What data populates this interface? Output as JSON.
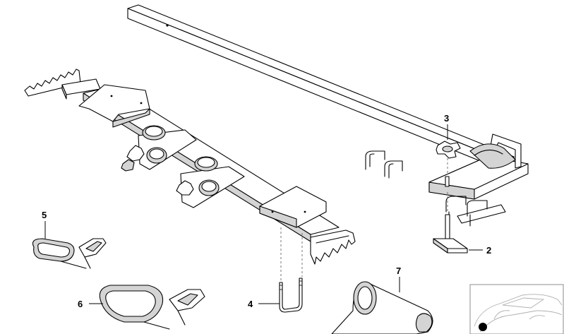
{
  "callouts": [
    {
      "id": "callout-3",
      "text": "3"
    },
    {
      "id": "callout-5",
      "text": "5"
    },
    {
      "id": "callout-2",
      "text": "2"
    },
    {
      "id": "callout-6",
      "text": "6"
    },
    {
      "id": "callout-4",
      "text": "4"
    },
    {
      "id": "callout-7",
      "text": "7"
    }
  ],
  "inset": {
    "marker": "vehicle-location-marker"
  }
}
